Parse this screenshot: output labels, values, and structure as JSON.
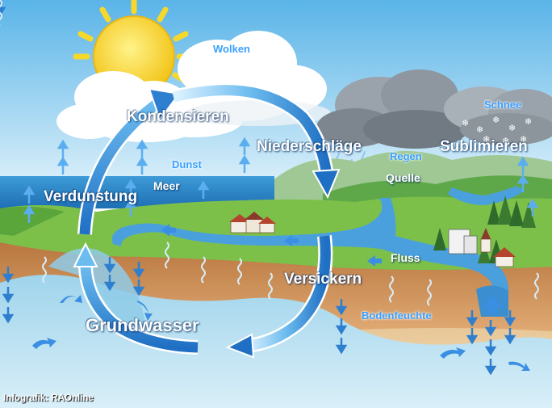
{
  "labels": {
    "wolken": "Wolken",
    "kondensieren": "Kondensieren",
    "niederschlaege": "Niederschläge",
    "schnee": "Schnee",
    "sublimieren": "Sublimieren",
    "regen": "Regen",
    "quelle": "Quelle",
    "dunst": "Dunst",
    "meer": "Meer",
    "verdunstung": "Verdunstung",
    "fluss": "Fluss",
    "versickern": "Versickern",
    "bodenfeuchte": "Bodenfeuchte",
    "grundwasser": "Grundwasser"
  },
  "credit": "Infografik: RAOnline",
  "icons": [
    "sun-icon",
    "cloud-icon",
    "snowflake-icon",
    "house-icon",
    "church-icon",
    "tree-icon",
    "arrow-up-icon",
    "arrow-down-icon",
    "wave-icon"
  ],
  "colors": {
    "sky_top": "#5ab4e8",
    "sky_bottom": "#e8f4fb",
    "sea": "#2f87c9",
    "grass": "#7cc04a",
    "soil": "#c98d55",
    "groundwater": "#bfe3f1",
    "cycle_arrow": "#2f7fd0",
    "sun": "#f6d82a"
  }
}
